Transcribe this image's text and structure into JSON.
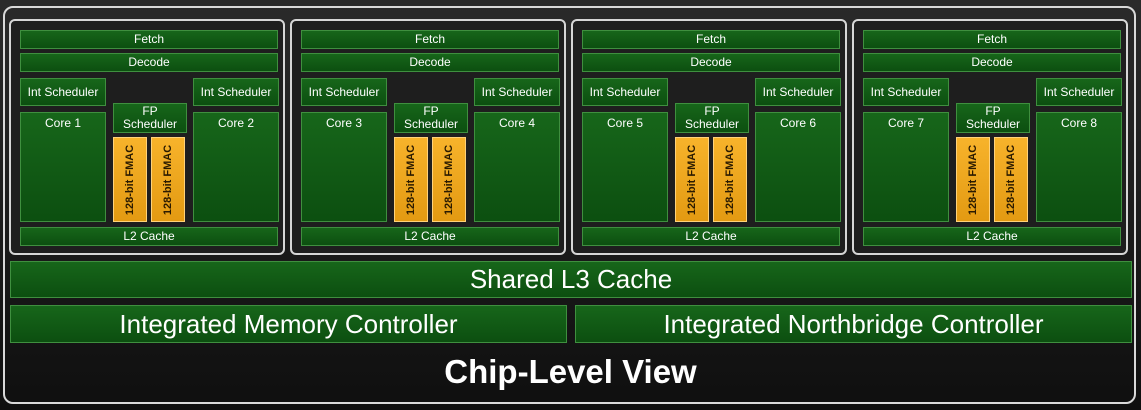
{
  "modules": [
    {
      "fetch": "Fetch",
      "decode": "Decode",
      "int_scheduler_left": "Int Scheduler",
      "int_scheduler_right": "Int Scheduler",
      "fp_scheduler": "FP Scheduler",
      "core_left": "Core 1",
      "core_right": "Core 2",
      "fmac": [
        "128-bit FMAC",
        "128-bit FMAC"
      ],
      "l2": "L2 Cache"
    },
    {
      "fetch": "Fetch",
      "decode": "Decode",
      "int_scheduler_left": "Int Scheduler",
      "int_scheduler_right": "Int Scheduler",
      "fp_scheduler": "FP Scheduler",
      "core_left": "Core 3",
      "core_right": "Core 4",
      "fmac": [
        "128-bit FMAC",
        "128-bit FMAC"
      ],
      "l2": "L2 Cache"
    },
    {
      "fetch": "Fetch",
      "decode": "Decode",
      "int_scheduler_left": "Int Scheduler",
      "int_scheduler_right": "Int Scheduler",
      "fp_scheduler": "FP Scheduler",
      "core_left": "Core 5",
      "core_right": "Core 6",
      "fmac": [
        "128-bit FMAC",
        "128-bit FMAC"
      ],
      "l2": "L2 Cache"
    },
    {
      "fetch": "Fetch",
      "decode": "Decode",
      "int_scheduler_left": "Int Scheduler",
      "int_scheduler_right": "Int Scheduler",
      "fp_scheduler": "FP Scheduler",
      "core_left": "Core 7",
      "core_right": "Core 8",
      "fmac": [
        "128-bit FMAC",
        "128-bit FMAC"
      ],
      "l2": "L2 Cache"
    }
  ],
  "shared_l3": "Shared L3 Cache",
  "memory_controller": "Integrated Memory Controller",
  "northbridge_controller": "Integrated Northbridge Controller",
  "title": "Chip-Level View",
  "colors": {
    "block_green": "#0f5a13",
    "fmac_orange": "#f2a51f",
    "border": "#d9d9d9"
  }
}
